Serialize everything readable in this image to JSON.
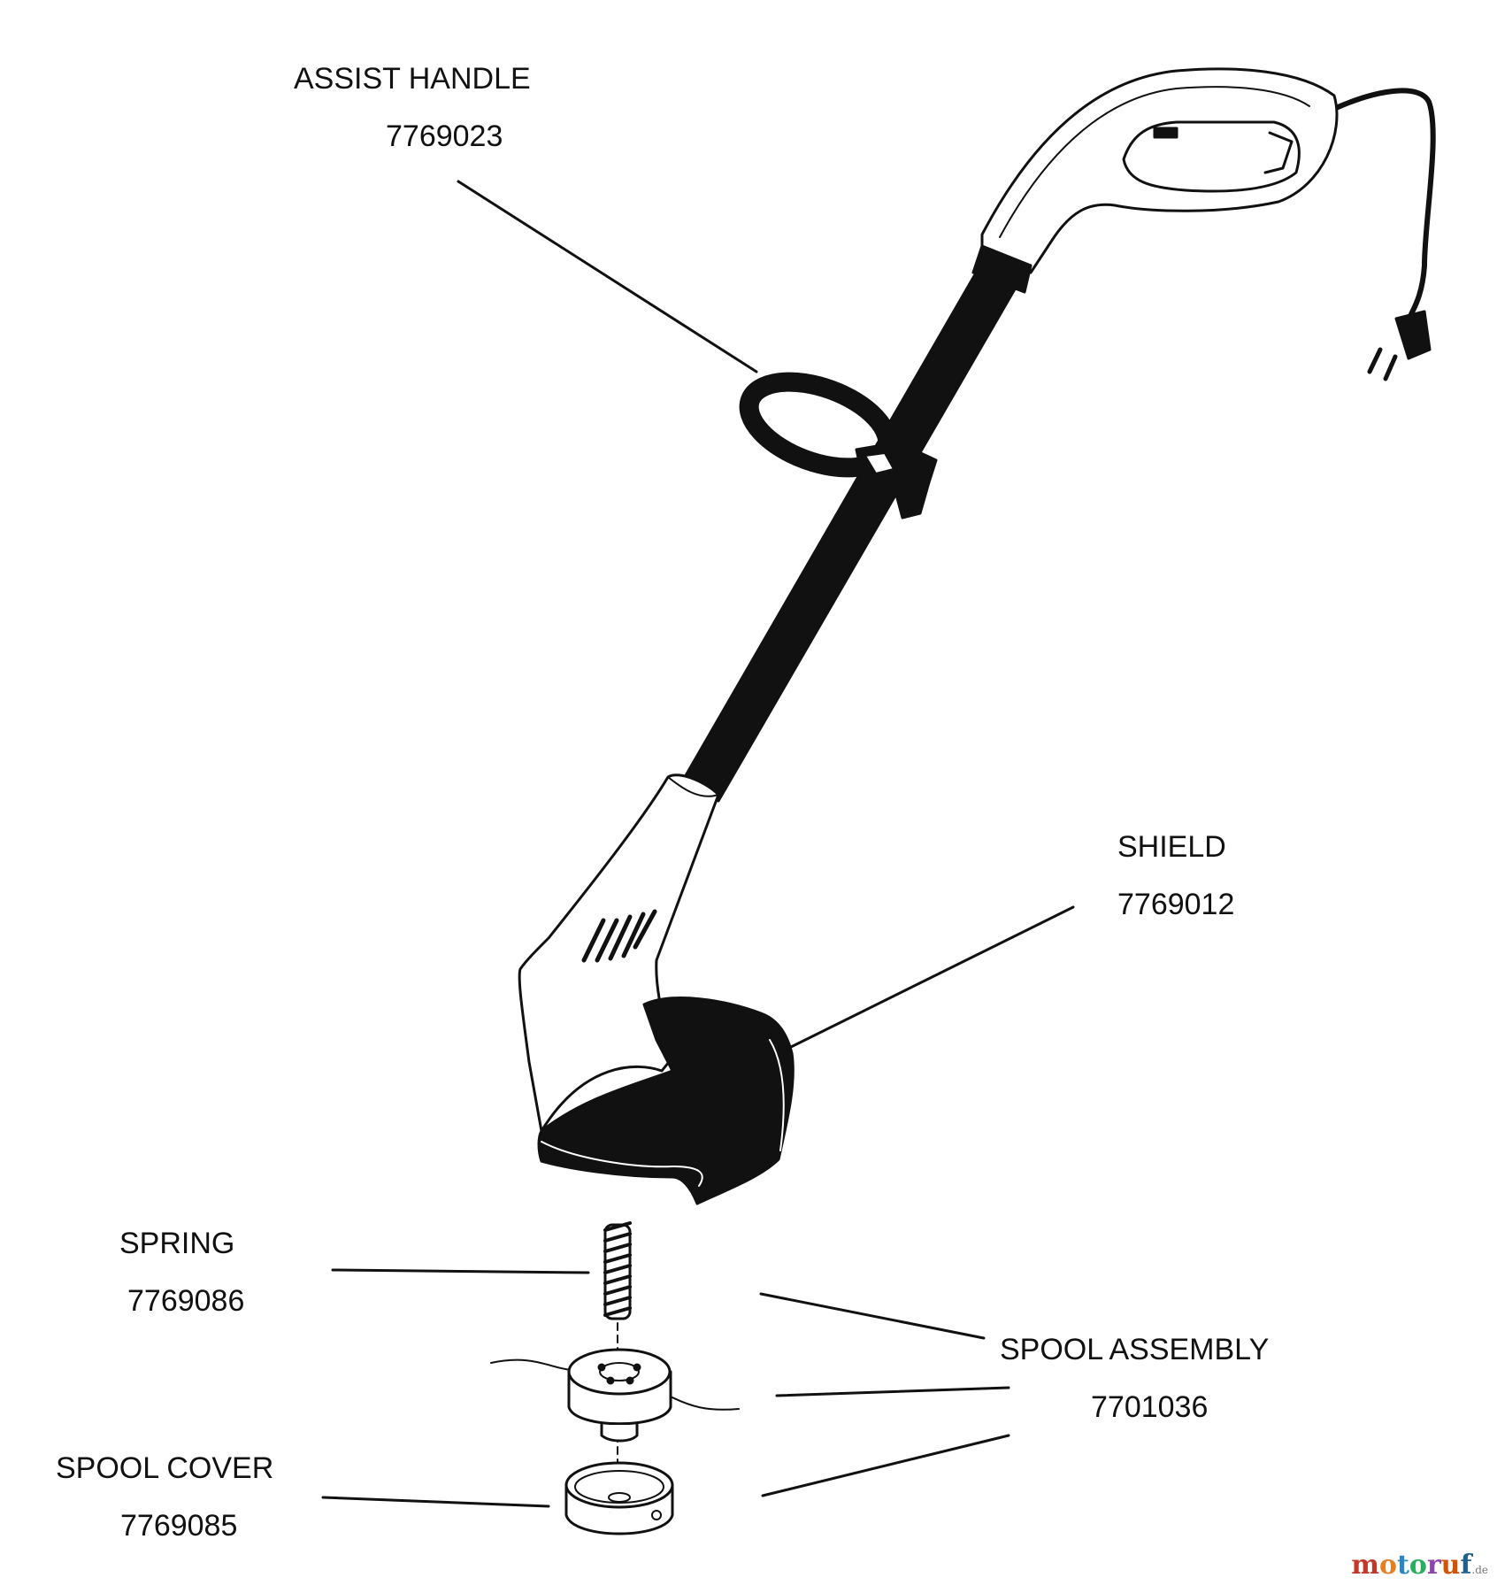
{
  "parts": [
    {
      "id": "assist-handle",
      "name": "ASSIST HANDLE",
      "number": "7769023"
    },
    {
      "id": "shield",
      "name": "SHIELD",
      "number": "7769012"
    },
    {
      "id": "spring",
      "name": "SPRING",
      "number": "7769086"
    },
    {
      "id": "spool-assembly",
      "name": "SPOOL ASSEMBLY",
      "number": "7701036"
    },
    {
      "id": "spool-cover",
      "name": "SPOOL COVER",
      "number": "7769085"
    }
  ],
  "watermark": {
    "text": "motoruf",
    "suffix": ".de",
    "letters": [
      "m",
      "o",
      "t",
      "o",
      "r",
      "u",
      "f"
    ],
    "letter_colors": [
      "#c0392b",
      "#e67e22",
      "#2e86c1",
      "#27ae60",
      "#8e44ad",
      "#d35400",
      "#1f618d"
    ]
  },
  "colors": {
    "line": "#111111",
    "fill_dark": "#111111",
    "fill_light": "#ffffff"
  }
}
